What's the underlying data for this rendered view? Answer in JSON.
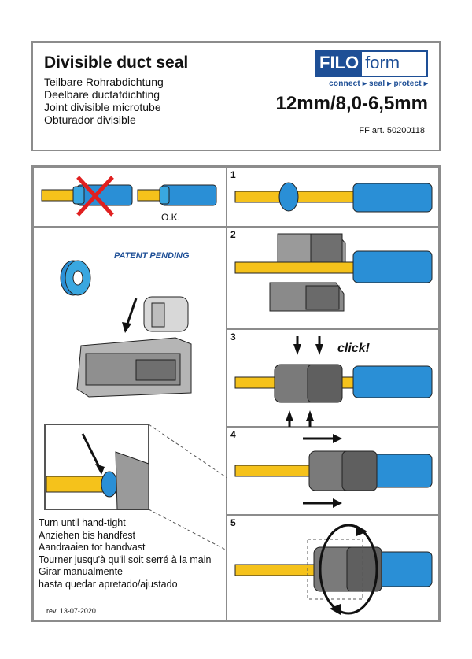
{
  "header": {
    "title": "Divisible duct seal",
    "subtitles": [
      "Teilbare Rohrabdichtung",
      "Deelbare ductafdichting",
      "Joint divisible microtube",
      "Obturador divisible"
    ],
    "logo_filo": "FILO",
    "logo_form": "form",
    "logo_tagline": "connect ▸ seal ▸ protect ▸",
    "size": "12mm/8,0-6,5mm",
    "article": "FF art. 50200118"
  },
  "left": {
    "ok_label": "O.K.",
    "patent": "PATENT PENDING",
    "instructions": [
      "Turn until hand-tight",
      "Anziehen bis handfest",
      "Aandraaien tot handvast",
      "Tourner jusqu'à qu'il soit serré à la main",
      "Girar manualmente-",
      "hasta quedar apretado/ajustado"
    ],
    "revision": "rev. 13-07-2020"
  },
  "steps": [
    {
      "number": "1"
    },
    {
      "number": "2"
    },
    {
      "number": "3",
      "click_text": "click!"
    },
    {
      "number": "4"
    },
    {
      "number": "5"
    }
  ],
  "colors": {
    "tube": "#f5c21b",
    "duct": "#2a8fd6",
    "seal": "#6b6b6b",
    "cross": "#e02020",
    "brand": "#1e4f96"
  }
}
